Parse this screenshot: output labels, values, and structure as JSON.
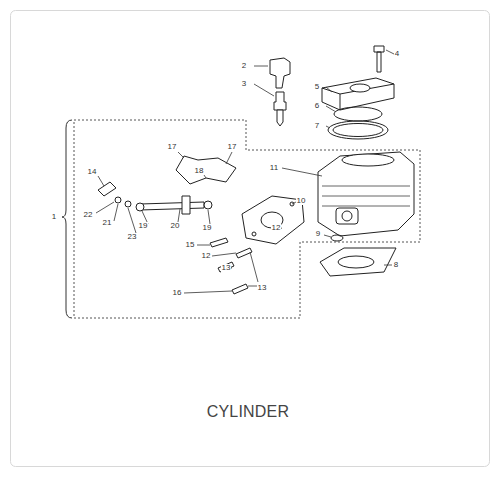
{
  "diagram": {
    "caption": "CYLINDER",
    "labels": [
      "2",
      "3",
      "4",
      "5",
      "6",
      "7",
      "17",
      "17",
      "18",
      "11",
      "14",
      "10",
      "22",
      "21",
      "23",
      "19",
      "20",
      "19",
      "1",
      "9",
      "12",
      "15",
      "8",
      "12",
      "13",
      "13",
      "16"
    ]
  }
}
